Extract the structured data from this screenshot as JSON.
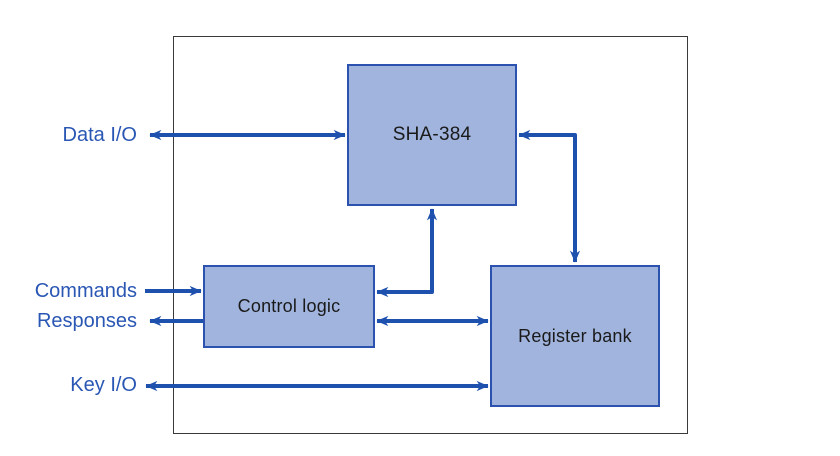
{
  "diagram": {
    "blocks": {
      "sha384": {
        "label": "SHA-384"
      },
      "control_logic": {
        "label": "Control logic"
      },
      "register_bank": {
        "label": "Register bank"
      }
    },
    "io_labels": {
      "data_io": "Data I/O",
      "commands": "Commands",
      "responses": "Responses",
      "key_io": "Key I/O"
    },
    "connections": [
      {
        "name": "data-io-bus",
        "from": "Data I/O (external)",
        "to": "SHA-384 left side",
        "direction": "bidirectional"
      },
      {
        "name": "commands-in",
        "from": "Commands (external)",
        "to": "Control logic left side",
        "direction": "in"
      },
      {
        "name": "responses-out",
        "from": "Control logic left side",
        "to": "Responses (external)",
        "direction": "out"
      },
      {
        "name": "key-io-bus",
        "from": "Key I/O (external)",
        "to": "Register bank left side",
        "direction": "bidirectional"
      },
      {
        "name": "sha384-register-bank",
        "from": "SHA-384 right side",
        "to": "Register bank top side",
        "direction": "bidirectional",
        "shape": "elbow"
      },
      {
        "name": "control-logic-sha384",
        "from": "Control logic right side",
        "to": "SHA-384 bottom side",
        "direction": "bidirectional",
        "shape": "elbow"
      },
      {
        "name": "control-logic-register-bank",
        "from": "Control logic right side",
        "to": "Register bank left side",
        "direction": "bidirectional"
      }
    ],
    "colors": {
      "block_fill": "#a0b4dd",
      "block_border": "#2a52ae",
      "wire": "#1e50ae",
      "io_label_text": "#2a57b4",
      "block_text": "#1a1a1a",
      "boundary_border": "#3a3a3a",
      "background": "#ffffff"
    }
  }
}
